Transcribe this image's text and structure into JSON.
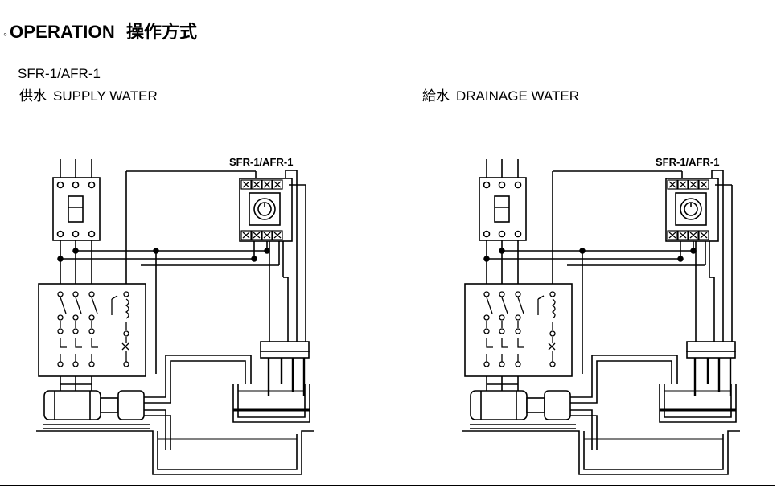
{
  "header": {
    "bullet": "◦",
    "title_en": "OPERATION",
    "title_zh": "操作方式"
  },
  "model": "SFR-1/AFR-1",
  "panels": [
    {
      "title_zh": "供水",
      "title_en": "SUPPLY WATER",
      "device_label": "SFR-1/AFR-1"
    },
    {
      "title_zh": "給水",
      "title_en": "DRAINAGE WATER",
      "device_label": "SFR-1/AFR-1"
    }
  ]
}
